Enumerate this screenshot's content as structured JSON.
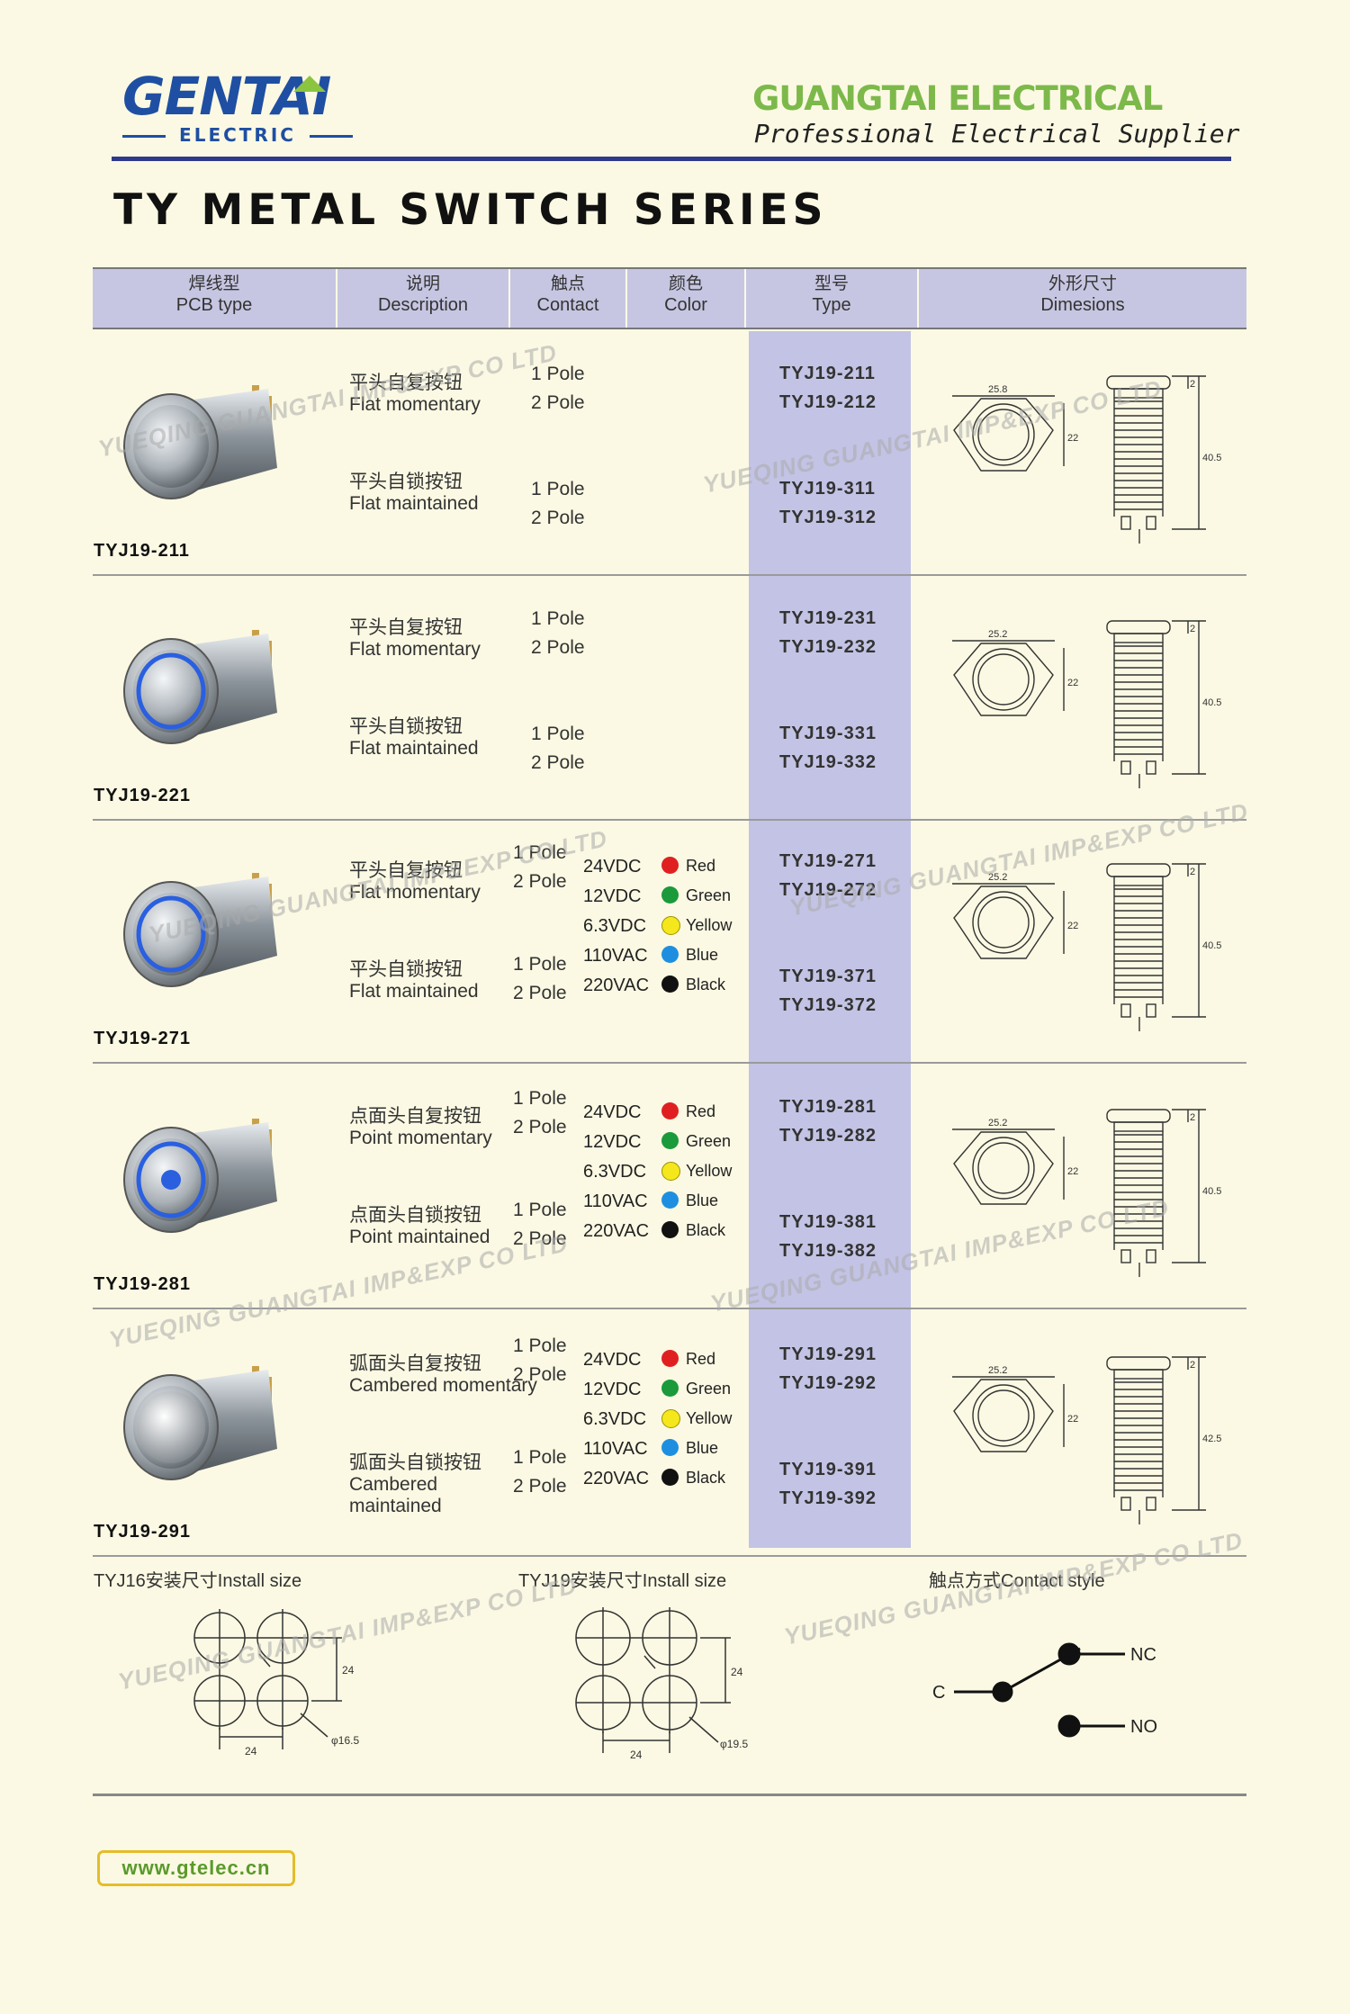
{
  "header": {
    "logo_main": "GENTAI",
    "logo_sub": "ELECTRIC",
    "brand": "GUANGTAI ELECTRICAL",
    "tagline": "Professional Electrical Supplier",
    "title": "TY METAL SWITCH SERIES"
  },
  "table_header": [
    {
      "cn": "焊线型",
      "en": "PCB type"
    },
    {
      "cn": "说明",
      "en": "Description"
    },
    {
      "cn": "触点",
      "en": "Contact"
    },
    {
      "cn": "颜色",
      "en": "Color"
    },
    {
      "cn": "型号",
      "en": "Type"
    },
    {
      "cn": "外形尺寸",
      "en": "Dimesions"
    }
  ],
  "rows": [
    {
      "model": "TYJ19-211",
      "desc1_cn": "平头自复按钮",
      "desc1_en": "Flat momentary",
      "desc2_cn": "平头自锁按钮",
      "desc2_en": "Flat maintained",
      "poles": [
        "1 Pole",
        "2 Pole",
        "1 Pole",
        "2 Pole"
      ],
      "types": [
        "TYJ19-211",
        "TYJ19-212",
        "TYJ19-311",
        "TYJ19-312"
      ],
      "dims": {
        "hex": "25.8",
        "side": "22",
        "len": "40.5",
        "top": "2"
      }
    },
    {
      "model": "TYJ19-221",
      "desc1_cn": "平头自复按钮",
      "desc1_en": "Flat momentary",
      "desc2_cn": "平头自锁按钮",
      "desc2_en": "Flat maintained",
      "poles": [
        "1 Pole",
        "2 Pole",
        "1 Pole",
        "2 Pole"
      ],
      "types": [
        "TYJ19-231",
        "TYJ19-232",
        "TYJ19-331",
        "TYJ19-332"
      ],
      "dims": {
        "hex": "25.2",
        "side": "22",
        "len": "40.5",
        "top": "2"
      }
    },
    {
      "model": "TYJ19-271",
      "desc1_cn": "平头自复按钮",
      "desc1_en": "Flat momentary",
      "desc2_cn": "平头自锁按钮",
      "desc2_en": "Flat maintained",
      "poles": [
        "1 Pole",
        "2 Pole",
        "1 Pole",
        "2 Pole"
      ],
      "types": [
        "TYJ19-271",
        "TYJ19-272",
        "TYJ19-371",
        "TYJ19-372"
      ],
      "dims": {
        "hex": "25.2",
        "side": "22",
        "len": "40.5",
        "top": "2"
      }
    },
    {
      "model": "TYJ19-281",
      "desc1_cn": "点面头自复按钮",
      "desc1_en": "Point momentary",
      "desc2_cn": "点面头自锁按钮",
      "desc2_en": "Point maintained",
      "poles": [
        "1 Pole",
        "2 Pole",
        "1 Pole",
        "2 Pole"
      ],
      "types": [
        "TYJ19-281",
        "TYJ19-282",
        "TYJ19-381",
        "TYJ19-382"
      ],
      "dims": {
        "hex": "25.2",
        "side": "22",
        "len": "40.5",
        "top": "2"
      }
    },
    {
      "model": "TYJ19-291",
      "desc1_cn": "弧面头自复按钮",
      "desc1_en": "Cambered momentary",
      "desc2_cn": "弧面头自锁按钮",
      "desc2_en": "Cambered maintained",
      "poles": [
        "1 Pole",
        "2 Pole",
        "1 Pole",
        "2 Pole"
      ],
      "types": [
        "TYJ19-291",
        "TYJ19-292",
        "TYJ19-391",
        "TYJ19-392"
      ],
      "dims": {
        "hex": "25.2",
        "side": "22",
        "len": "42.5",
        "top": "2"
      }
    }
  ],
  "voltages": [
    "24VDC",
    "12VDC",
    "6.3VDC",
    "110VAC",
    "220VAC"
  ],
  "colors": [
    {
      "name": "Red",
      "hex": "#e02020"
    },
    {
      "name": "Green",
      "hex": "#1a9a3a"
    },
    {
      "name": "Yellow",
      "hex": "#f4e81c"
    },
    {
      "name": "Blue",
      "hex": "#1e8fe0"
    },
    {
      "name": "Black",
      "hex": "#111111"
    }
  ],
  "bottom": {
    "install16": "TYJ16安装尺寸Install size",
    "install19": "TYJ19安装尺寸Install size",
    "contact": "触点方式Contact style",
    "dim16_a": "24",
    "dim16_b": "24",
    "dim16_c": "φ16.5",
    "dim19_a": "24",
    "dim19_b": "24",
    "dim19_c": "φ19.5",
    "nc": "NC",
    "no": "NO",
    "c": "C"
  },
  "watermark": "YUEQING GUANGTAI IMP&EXP CO LTD",
  "url": "www.gtelec.cn"
}
